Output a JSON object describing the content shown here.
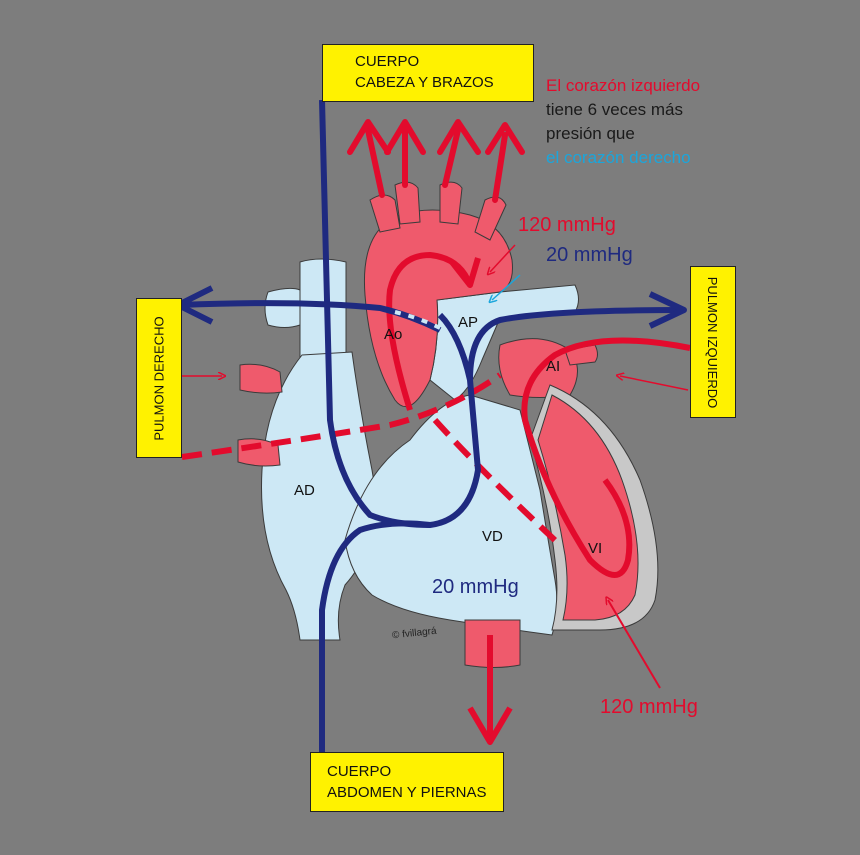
{
  "labels": {
    "top_box_line1": "CUERPO",
    "top_box_line2": "CABEZA Y BRAZOS",
    "bottom_box_line1": "CUERPO",
    "bottom_box_line2": "ABDOMEN Y PIERNAS",
    "left_lung": "PULMON DERECHO",
    "right_lung": "PULMON IZQUIERDO"
  },
  "note": {
    "line1": "El corazón izquierdo",
    "line2": "tiene 6 veces más",
    "line3": "presión que",
    "line4": "el corazón derecho"
  },
  "pressures": {
    "aorta": "120 mmHg",
    "pulmonary_artery": "20 mmHg",
    "right_ventricle": "20 mmHg",
    "left_ventricle": "120 mmHg"
  },
  "chambers": {
    "ao": "Ao",
    "ap": "AP",
    "ai": "AI",
    "ad": "AD",
    "vd": "VD",
    "vi": "VI"
  },
  "credit": "© fvillagrá",
  "colors": {
    "red": "#e30b2d",
    "blue": "#1f2a80",
    "cyan": "#1aa6dc",
    "yellow": "#fff200",
    "heart_red": "#ef5a6c",
    "heart_blue": "#cde8f5",
    "background": "#7d7d7d"
  }
}
